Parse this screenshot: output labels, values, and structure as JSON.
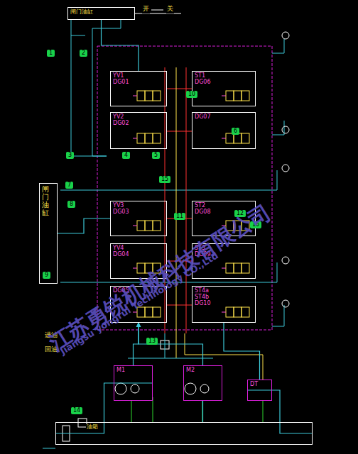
{
  "diagram": {
    "nodes": [
      {
        "text": [
          "闸门油缸"
        ]
      },
      {
        "text": [
          "闸门油缸"
        ]
      },
      {
        "text": [
          "YV1",
          "DG01"
        ]
      },
      {
        "text": [
          "YV2",
          "DG02"
        ]
      },
      {
        "text": [
          "YV3",
          "DG03"
        ]
      },
      {
        "text": [
          "YV4",
          "DG04"
        ]
      },
      {
        "text": [
          "DG05"
        ]
      },
      {
        "text": [
          "ST1",
          "DG06"
        ]
      },
      {
        "text": [
          "DG07"
        ]
      },
      {
        "text": [
          "ST2",
          "DG08"
        ]
      },
      {
        "text": [
          "ST3",
          "DG09"
        ]
      },
      {
        "text": [
          "ST4a",
          "ST4b",
          "DG10"
        ]
      },
      {
        "text": [
          "M1"
        ]
      },
      {
        "text": [
          "M2"
        ]
      },
      {
        "text": [
          "DT"
        ]
      },
      {
        "text": [
          "油箱"
        ]
      }
    ],
    "edges": [
      {
        "from": 0,
        "to": 2,
        "arrow": "none"
      },
      {
        "from": 1,
        "to": 4,
        "arrow": "none"
      },
      {
        "from": 12,
        "to": 6,
        "arrow": "to"
      },
      {
        "from": 13,
        "to": 6,
        "arrow": "to"
      },
      {
        "from": 15,
        "to": 12,
        "arrow": "none"
      },
      {
        "from": 15,
        "to": 13,
        "arrow": "none"
      },
      {
        "from": 11,
        "to": 14,
        "arrow": "none"
      },
      {
        "from": 14,
        "to": 15,
        "arrow": "none"
      }
    ],
    "labels": [
      "开",
      "关",
      "进油",
      "回油",
      "1",
      "2",
      "3",
      "4",
      "5",
      "6",
      "7",
      "8",
      "9",
      "10",
      "11",
      "12",
      "13",
      "14",
      "15",
      "16",
      "江苏勇锐机械科技有限公司",
      "Jiangsu yongrui Technology CO.,Ltd"
    ]
  }
}
